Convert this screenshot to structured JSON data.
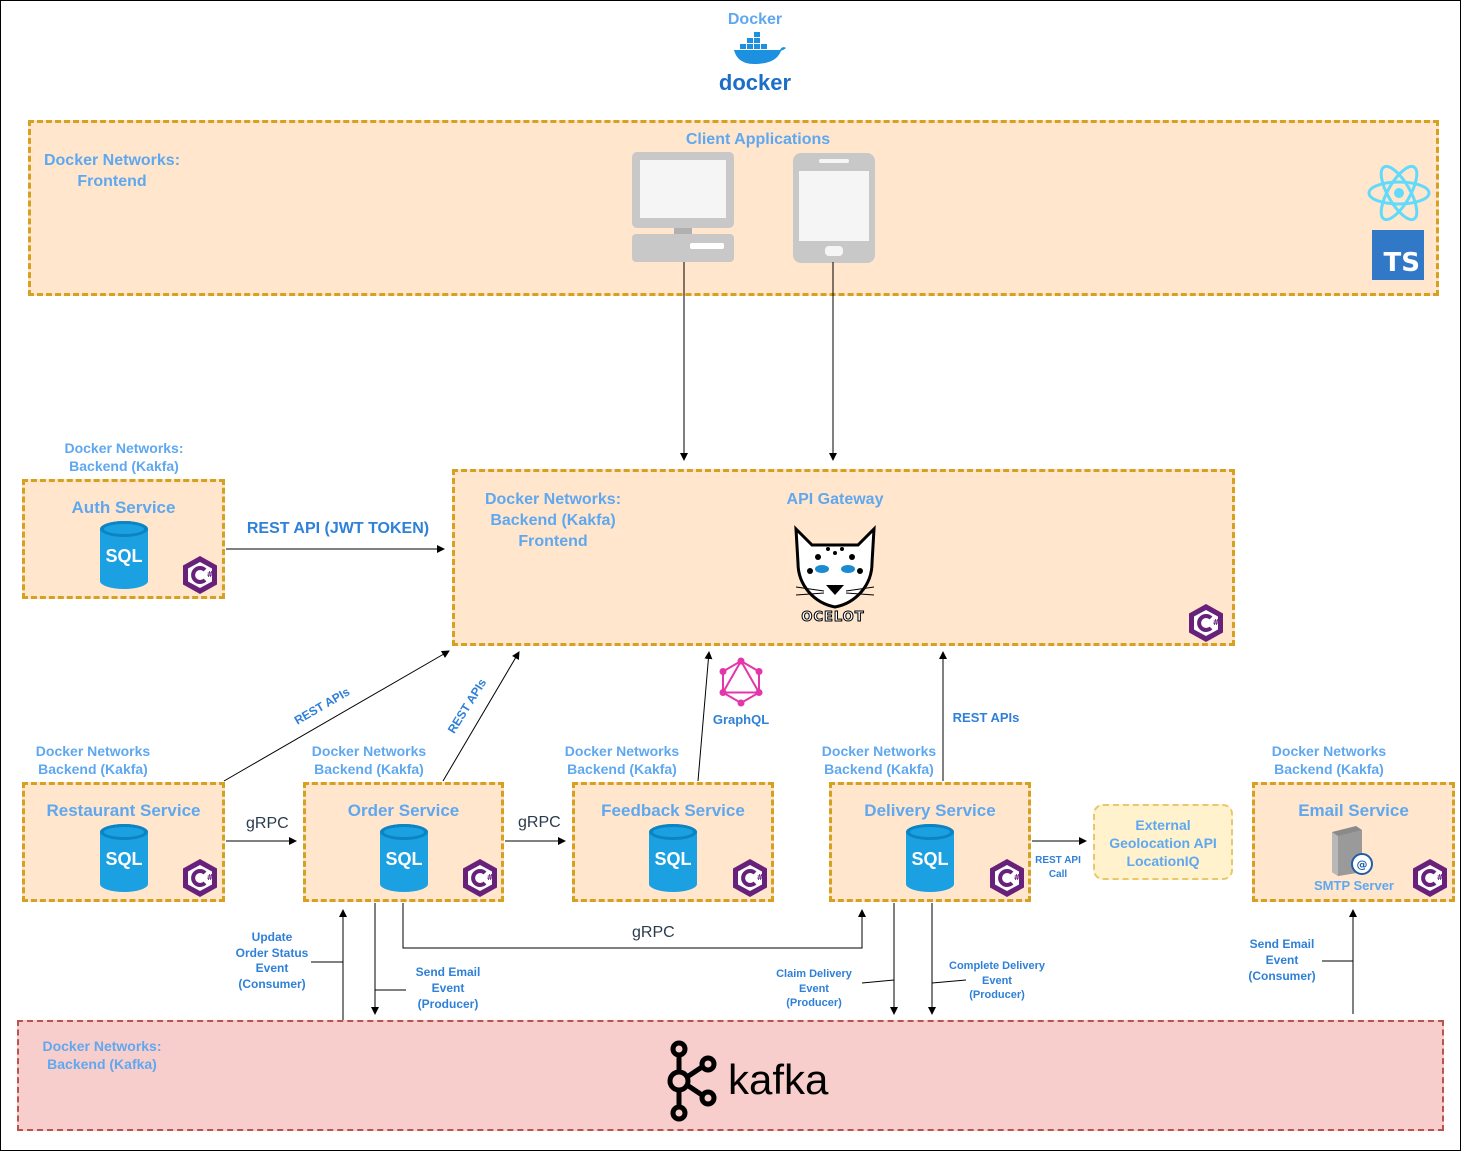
{
  "docker": {
    "title": "Docker",
    "logo_text": "docker"
  },
  "frontend": {
    "network_label": "Docker Networks:\nFrontend",
    "client_apps": "Client Applications",
    "react_icon": "react-icon",
    "ts_text": "TS"
  },
  "gateway": {
    "network_label": "Docker Networks:\nBackend (Kakfa)\nFrontend",
    "title": "API Gateway",
    "logo_text": "OCELOT"
  },
  "auth": {
    "network_label": "Docker Networks:\nBackend (Kakfa)",
    "title": "Auth Service",
    "db": "SQL"
  },
  "restaurant": {
    "network_label": "Docker Networks\nBackend (Kakfa)",
    "title": "Restaurant Service",
    "db": "SQL"
  },
  "order": {
    "network_label": "Docker Networks\nBackend (Kakfa)",
    "title": "Order Service",
    "db": "SQL"
  },
  "feedback": {
    "network_label": "Docker Networks\nBackend (Kakfa)",
    "title": "Feedback Service",
    "db": "SQL"
  },
  "delivery": {
    "network_label": "Docker Networks\nBackend (Kakfa)",
    "title": "Delivery Service",
    "db": "SQL"
  },
  "email": {
    "network_label": "Docker Networks\nBackend (Kakfa)",
    "title": "Email Service",
    "server_label": "SMTP Server"
  },
  "external": {
    "title": "External\nGeolocation API\nLocationIQ"
  },
  "kafka": {
    "network_label": "Docker Networks:\nBackend (Kafka)",
    "logo_text": "kafka"
  },
  "edges": {
    "auth_rest": "REST API (JWT TOKEN)",
    "restaurant_rest": "REST APIs",
    "order_rest": "REST APIs",
    "graphql": "GraphQL",
    "delivery_rest": "REST APIs",
    "grpc_1": "gRPC",
    "grpc_2": "gRPC",
    "grpc_3": "gRPC",
    "rest_api_call": "REST API\nCall",
    "update_order_status": "Update\nOrder Status\nEvent\n(Consumer)",
    "send_email_producer": "Send Email\nEvent\n(Producer)",
    "claim_delivery": "Claim Delivery\nEvent\n(Producer)",
    "complete_delivery": "Complete Delivery\nEvent\n(Producer)",
    "send_email_consumer": "Send Email\nEvent\n(Consumer)"
  },
  "icons": {
    "language_badge": "csharp-icon",
    "database": "sql-database-icon"
  },
  "colors": {
    "zone_fill": "#ffe6cc",
    "zone_border": "#d6a020",
    "label_blue": "#5fa8ef",
    "kafka_fill": "#f8cecc",
    "csharp_purple": "#68217a"
  }
}
